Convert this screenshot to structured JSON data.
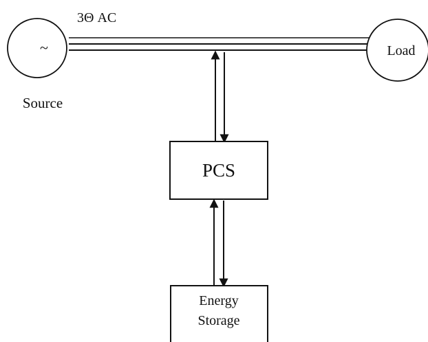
{
  "diagram": {
    "bus_label": "3Θ AC",
    "source": {
      "symbol": "~",
      "label": "Source"
    },
    "load": {
      "label": "Load"
    },
    "pcs": {
      "label": "PCS"
    },
    "storage": {
      "label_line1": "Energy",
      "label_line2": "Storage"
    }
  },
  "colors": {
    "line": "#111111",
    "background": "#ffffff"
  }
}
